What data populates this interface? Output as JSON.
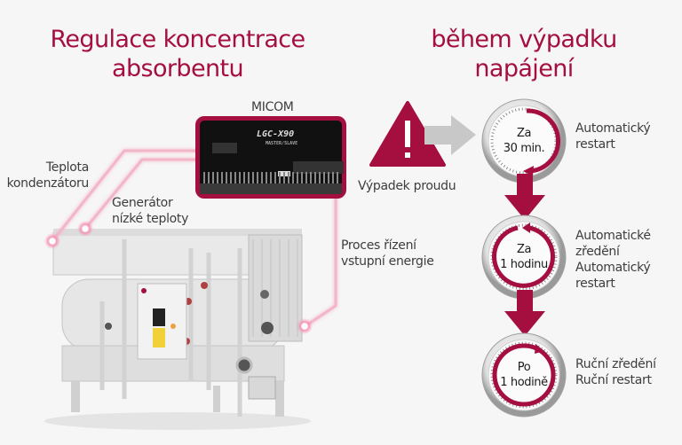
{
  "titles": {
    "left_line1": "Regulace koncentrace",
    "left_line2": "absorbentu",
    "right_line1": "během výpadku",
    "right_line2": "napájení"
  },
  "micom": {
    "label": "MICOM",
    "model": "LGC-X90",
    "submodel": "MASTER/SLAVE"
  },
  "callouts": {
    "condenser": [
      "Teplota",
      "kondenzátoru"
    ],
    "generator": [
      "Generátor",
      "nízké teploty"
    ],
    "process": [
      "Proces řízení",
      "vstupní energie"
    ]
  },
  "warning": {
    "icon": "warning-triangle-icon",
    "label": "Výpadek proudu"
  },
  "steps": [
    {
      "clock_line1": "Za",
      "clock_line2": "30 min.",
      "desc": [
        "Automatický",
        "restart"
      ]
    },
    {
      "clock_line1": "Za",
      "clock_line2": "1 hodinu",
      "desc": [
        "Automatické",
        "zředění",
        "Automatický",
        "restart"
      ]
    },
    {
      "clock_line1": "Po",
      "clock_line2": "1 hodině",
      "desc": [
        "Ruční zředění",
        "Ruční restart"
      ]
    }
  ],
  "colors": {
    "accent": "#a50f3f",
    "arrow_gray": "#c8c8c8",
    "background": "#f6f6f6",
    "glow": "#f3b6c8"
  }
}
